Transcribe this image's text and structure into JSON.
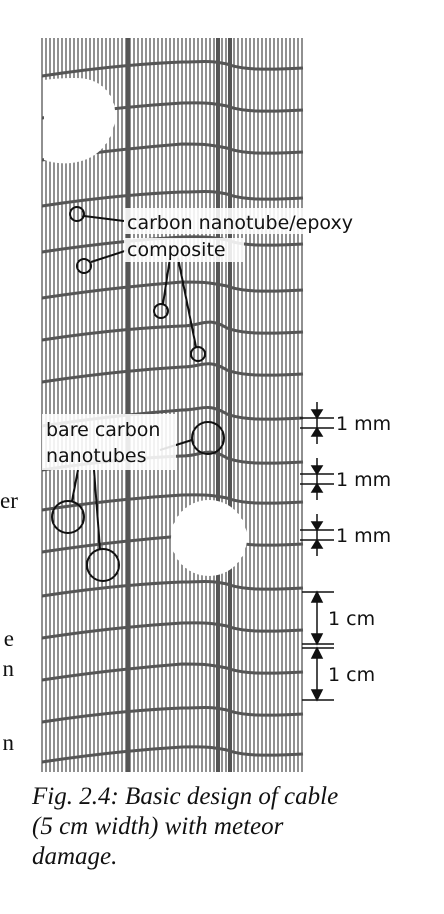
{
  "figure": {
    "labels": {
      "composite_line1": "carbon nanotube/epoxy",
      "composite_line2": "composite",
      "bare_line1": "bare carbon",
      "bare_line2": "nanotubes"
    },
    "dimensions": {
      "mm_1": "1 mm",
      "mm_2": "1 mm",
      "mm_3": "1 mm",
      "cm_1": "1 cm",
      "cm_2": "1 cm"
    },
    "caption_lines": [
      "Fig. 2.4: Basic design of cable",
      "(5 cm width) with meteor",
      "damage."
    ],
    "side_text": [
      "er",
      "e",
      "n",
      "n"
    ],
    "colors": {
      "fiber": "#222222",
      "composite_band": "#555555",
      "background": "#ffffff"
    }
  }
}
